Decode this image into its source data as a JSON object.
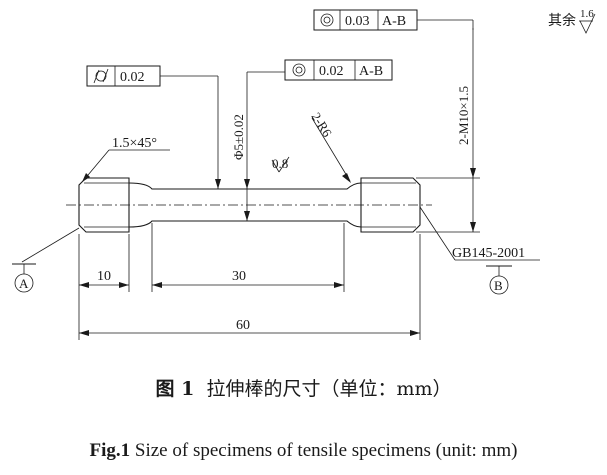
{
  "drawing": {
    "roughness": {
      "prefix": "其余",
      "value": "1.6",
      "surface_value": "0.8"
    },
    "frames": {
      "coaxiality_top": {
        "tolerance": "0.03",
        "datum": "A-B"
      },
      "cylindricity": {
        "tolerance": "0.02"
      },
      "coaxiality_mid": {
        "tolerance": "0.02",
        "datum": "A-B"
      }
    },
    "dimensions": {
      "thread": "2-M10×1.5",
      "diameter": "Φ5±0.02",
      "radius": "2-R6",
      "chamfer": "1.5×45°",
      "grip_length": "10",
      "gauge_length": "30",
      "total_length": "60"
    },
    "standard": "GB145-2001",
    "datums": {
      "a": "A",
      "b": "B"
    }
  },
  "caption": {
    "cn_label": "图 1",
    "cn_text": "拉伸棒的尺寸（单位：mm）",
    "en_label": "Fig.1",
    "en_text": "Size of specimens of tensile specimens (unit: mm)"
  }
}
